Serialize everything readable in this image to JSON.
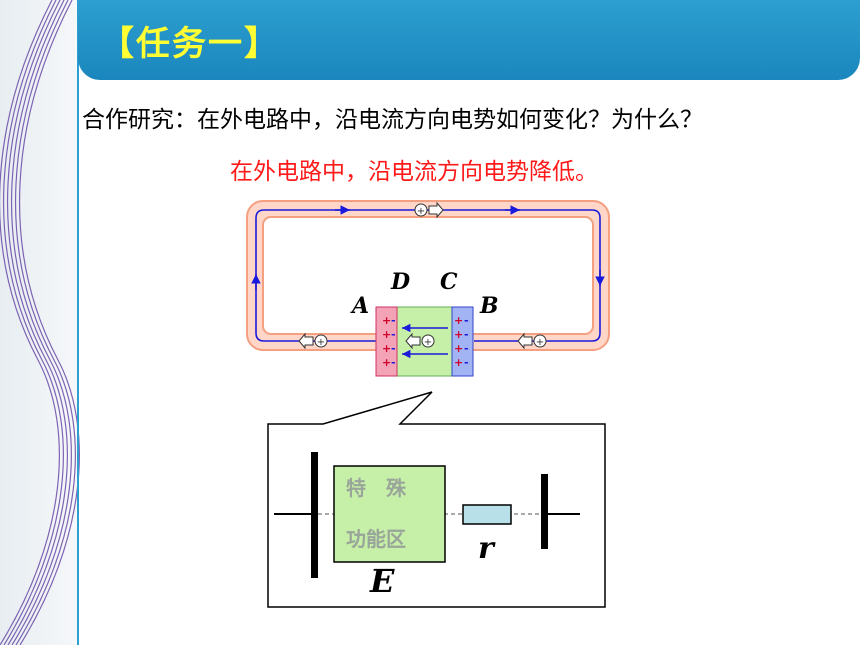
{
  "title": "【任务一】",
  "question": "合作研究：在外电路中，沿电流方向电势如何变化？为什么？",
  "answer": "在外电路中，沿电流方向电势降低。",
  "circuit": {
    "points": {
      "a": "A",
      "b": "B",
      "c": "C",
      "d": "D"
    },
    "left_plate_signs": [
      "+",
      "+",
      "+",
      "+"
    ],
    "left_plate_charges": [
      "-",
      "-",
      "-",
      "-"
    ],
    "right_plate_signs": [
      "+",
      "+",
      "+",
      "+"
    ],
    "right_plate_charges": [
      "-",
      "-",
      "-",
      "-"
    ],
    "charge_symbol": "+"
  },
  "battery": {
    "region_line1": "特　殊",
    "region_line2": "功能区",
    "emf_label": "E",
    "resistance_label": "r"
  },
  "colors": {
    "title_bar": "#1a86bd",
    "title_text": "#ffff33",
    "answer_text": "#ff1a1a",
    "wire": "#1a1adc",
    "circuit_border": "#f4a080",
    "circuit_fill": "#ffd6c8",
    "region_fill": "#c6f0a8",
    "left_plate": "#f4a2b6",
    "right_plate": "#a2b4f4",
    "resistor_fill": "#b8e0e8"
  }
}
